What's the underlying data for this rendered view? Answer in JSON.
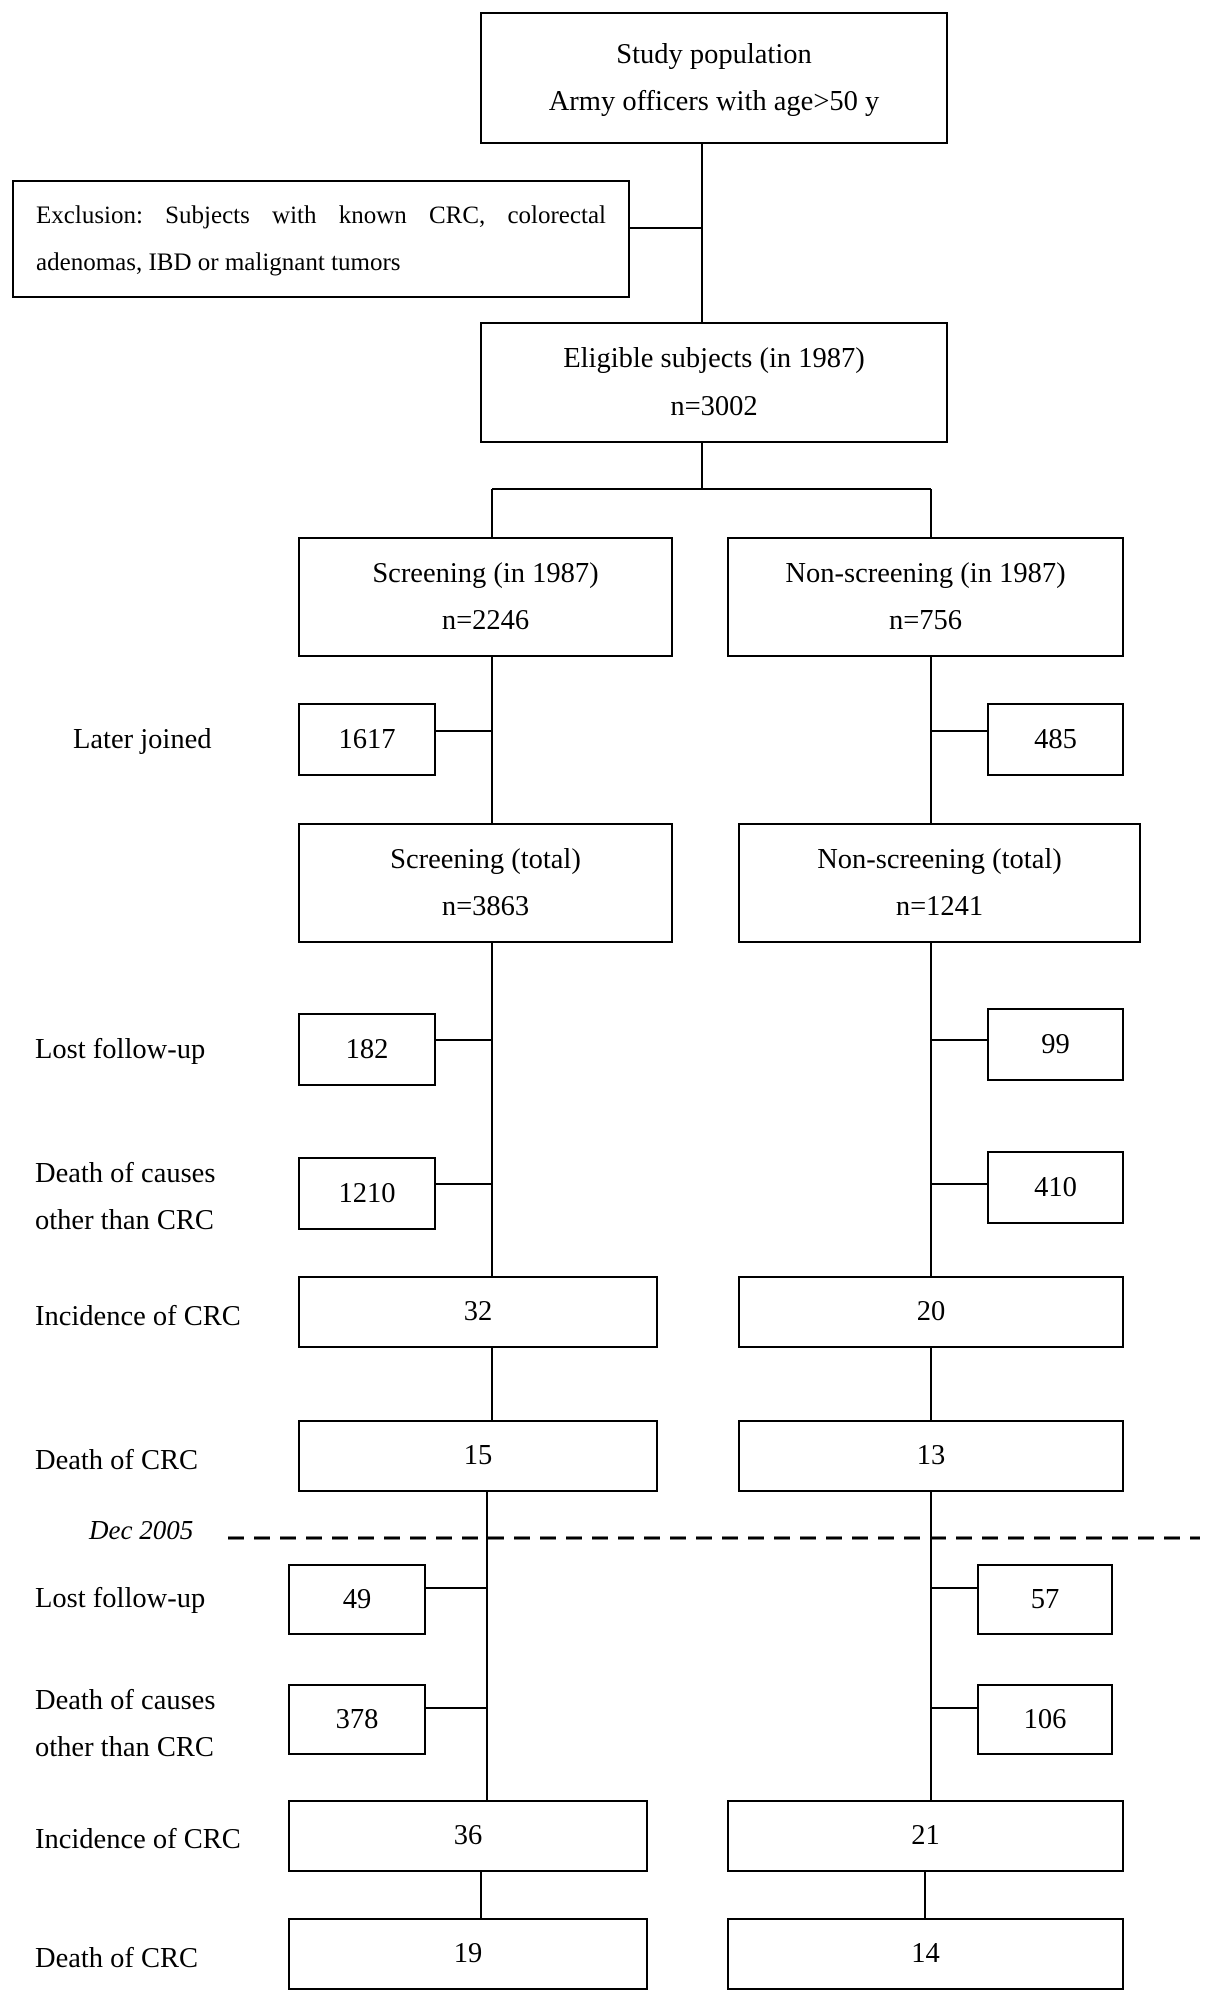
{
  "study_population": {
    "line1": "Study population",
    "line2": "Army officers with age>50 y"
  },
  "exclusion": "Exclusion: Subjects with known CRC, colorectal adenomas, IBD or malignant tumors",
  "eligible": {
    "line1": "Eligible subjects (in 1987)",
    "line2": "n=3002"
  },
  "screening_1987": {
    "line1": "Screening (in 1987)",
    "line2": "n=2246"
  },
  "nonscreening_1987": {
    "line1": "Non-screening (in 1987)",
    "line2": "n=756"
  },
  "screening_total": {
    "line1": "Screening (total)",
    "line2": "n=3863"
  },
  "nonscreening_total": {
    "line1": "Non-screening (total)",
    "line2": "n=1241"
  },
  "row_labels": {
    "later_joined": "Later joined",
    "lost_followup": "Lost follow-up",
    "death_other_line1": "Death of causes",
    "death_other_line2": "other than CRC",
    "incidence": "Incidence of CRC",
    "death_crc": "Death of CRC",
    "dec_2005": "Dec 2005"
  },
  "screening_counts": {
    "later_joined": "1617",
    "lost_followup_1": "182",
    "death_other_1": "1210",
    "incidence_1": "32",
    "death_crc_1": "15",
    "lost_followup_2": "49",
    "death_other_2": "378",
    "incidence_2": "36",
    "death_crc_2": "19"
  },
  "nonscreening_counts": {
    "later_joined": "485",
    "lost_followup_1": "99",
    "death_other_1": "410",
    "incidence_1": "20",
    "death_crc_1": "13",
    "lost_followup_2": "57",
    "death_other_2": "106",
    "incidence_2": "21",
    "death_crc_2": "14"
  }
}
